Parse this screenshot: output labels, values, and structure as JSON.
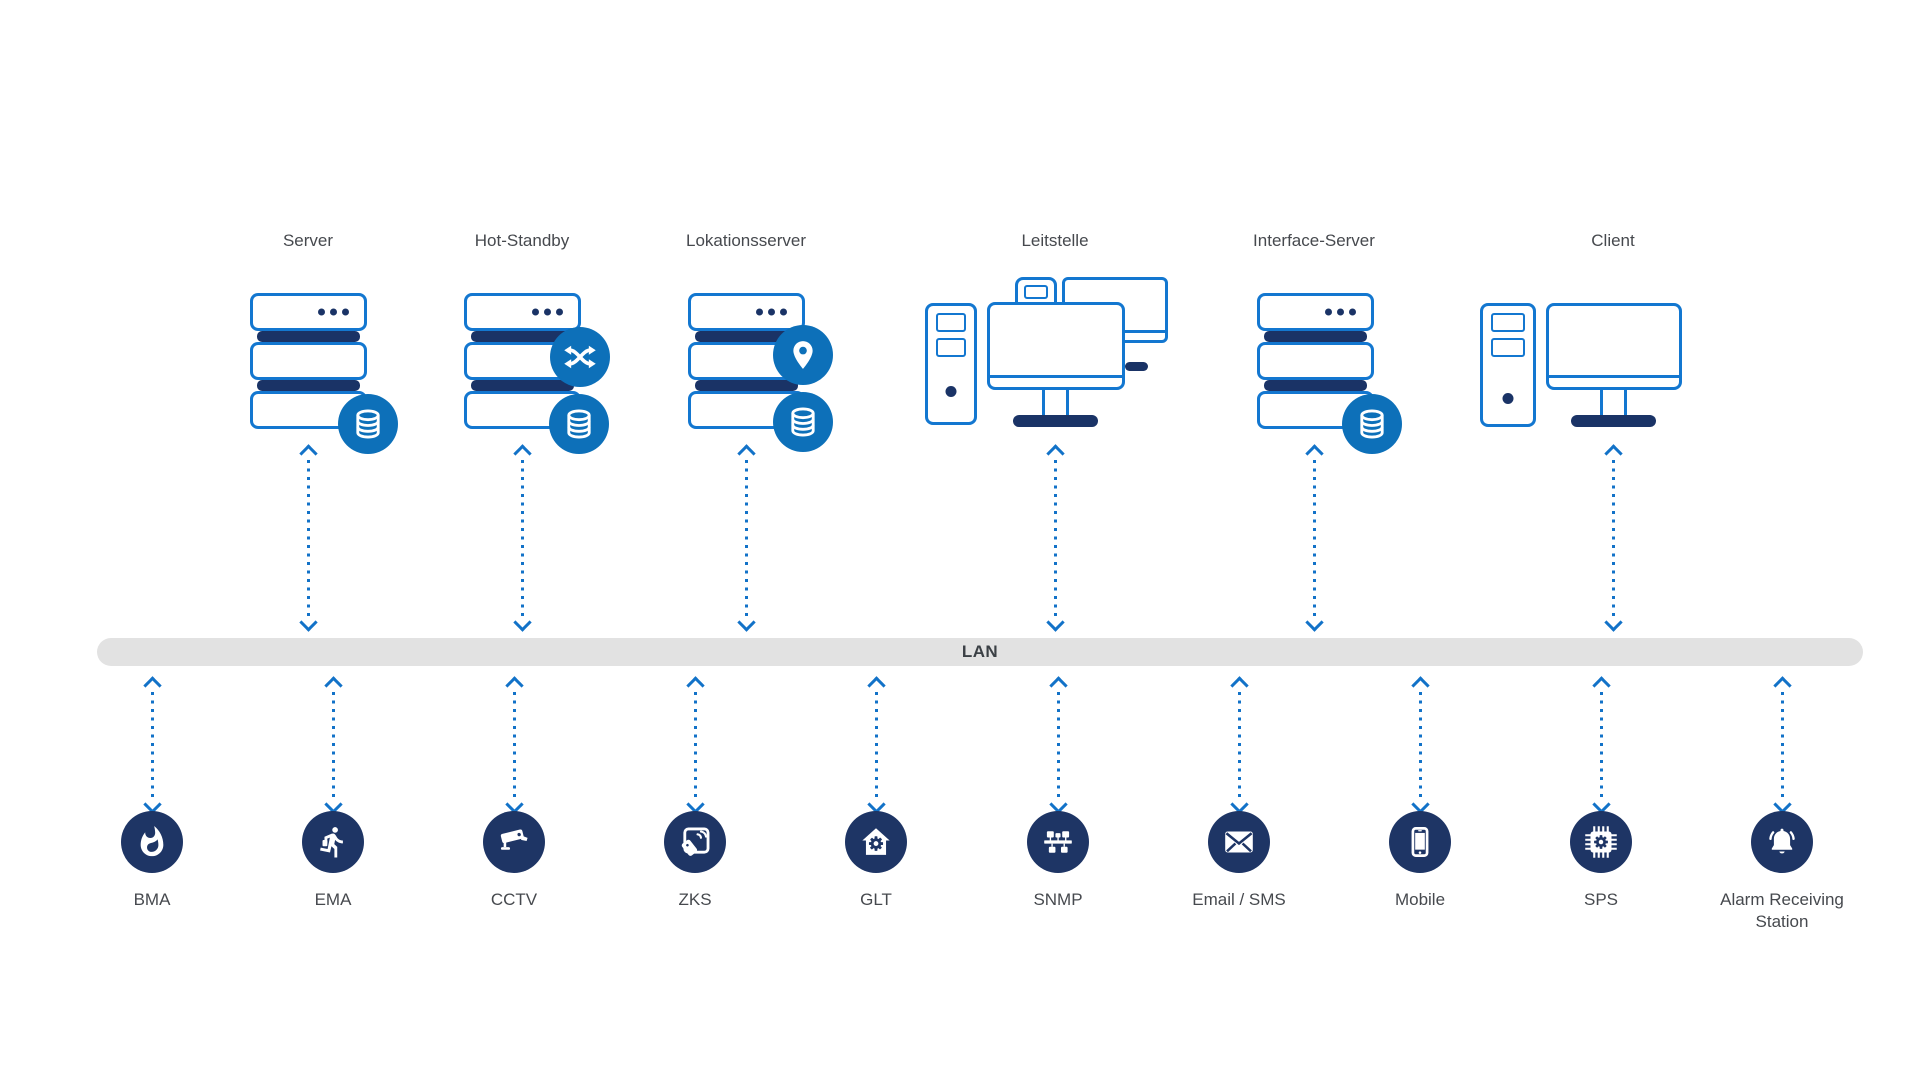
{
  "diagram": {
    "lan_label": "LAN",
    "top_nodes": [
      {
        "label": "Server",
        "icon": "server-stack-database"
      },
      {
        "label": "Hot-Standby",
        "icon": "server-stack-failover-database"
      },
      {
        "label": "Lokationsserver",
        "icon": "server-stack-location-database"
      },
      {
        "label": "Leitstelle",
        "icon": "control-room-workstation"
      },
      {
        "label": "Interface-Server",
        "icon": "server-stack-database"
      },
      {
        "label": "Client",
        "icon": "desktop-computer"
      }
    ],
    "bottom_nodes": [
      {
        "label": "BMA",
        "icon": "flame"
      },
      {
        "label": "EMA",
        "icon": "running-person"
      },
      {
        "label": "CCTV",
        "icon": "surveillance-camera"
      },
      {
        "label": "ZKS",
        "icon": "card-reader"
      },
      {
        "label": "GLT",
        "icon": "house-gear"
      },
      {
        "label": "SNMP",
        "icon": "network-bus"
      },
      {
        "label": "Email / SMS",
        "icon": "envelope"
      },
      {
        "label": "Mobile",
        "icon": "smartphone"
      },
      {
        "label": "SPS",
        "icon": "chip-gear"
      },
      {
        "label": "Alarm Receiving Station",
        "icon": "alarm-bell"
      }
    ],
    "colors": {
      "outline_blue": "#1377d0",
      "navy": "#1a3366",
      "node_navy": "#1e3565",
      "badge_blue": "#0d70b9",
      "arrow_blue": "#1272c8",
      "lan_bar_gray": "#e2e2e2",
      "label_gray": "#46494e"
    }
  }
}
